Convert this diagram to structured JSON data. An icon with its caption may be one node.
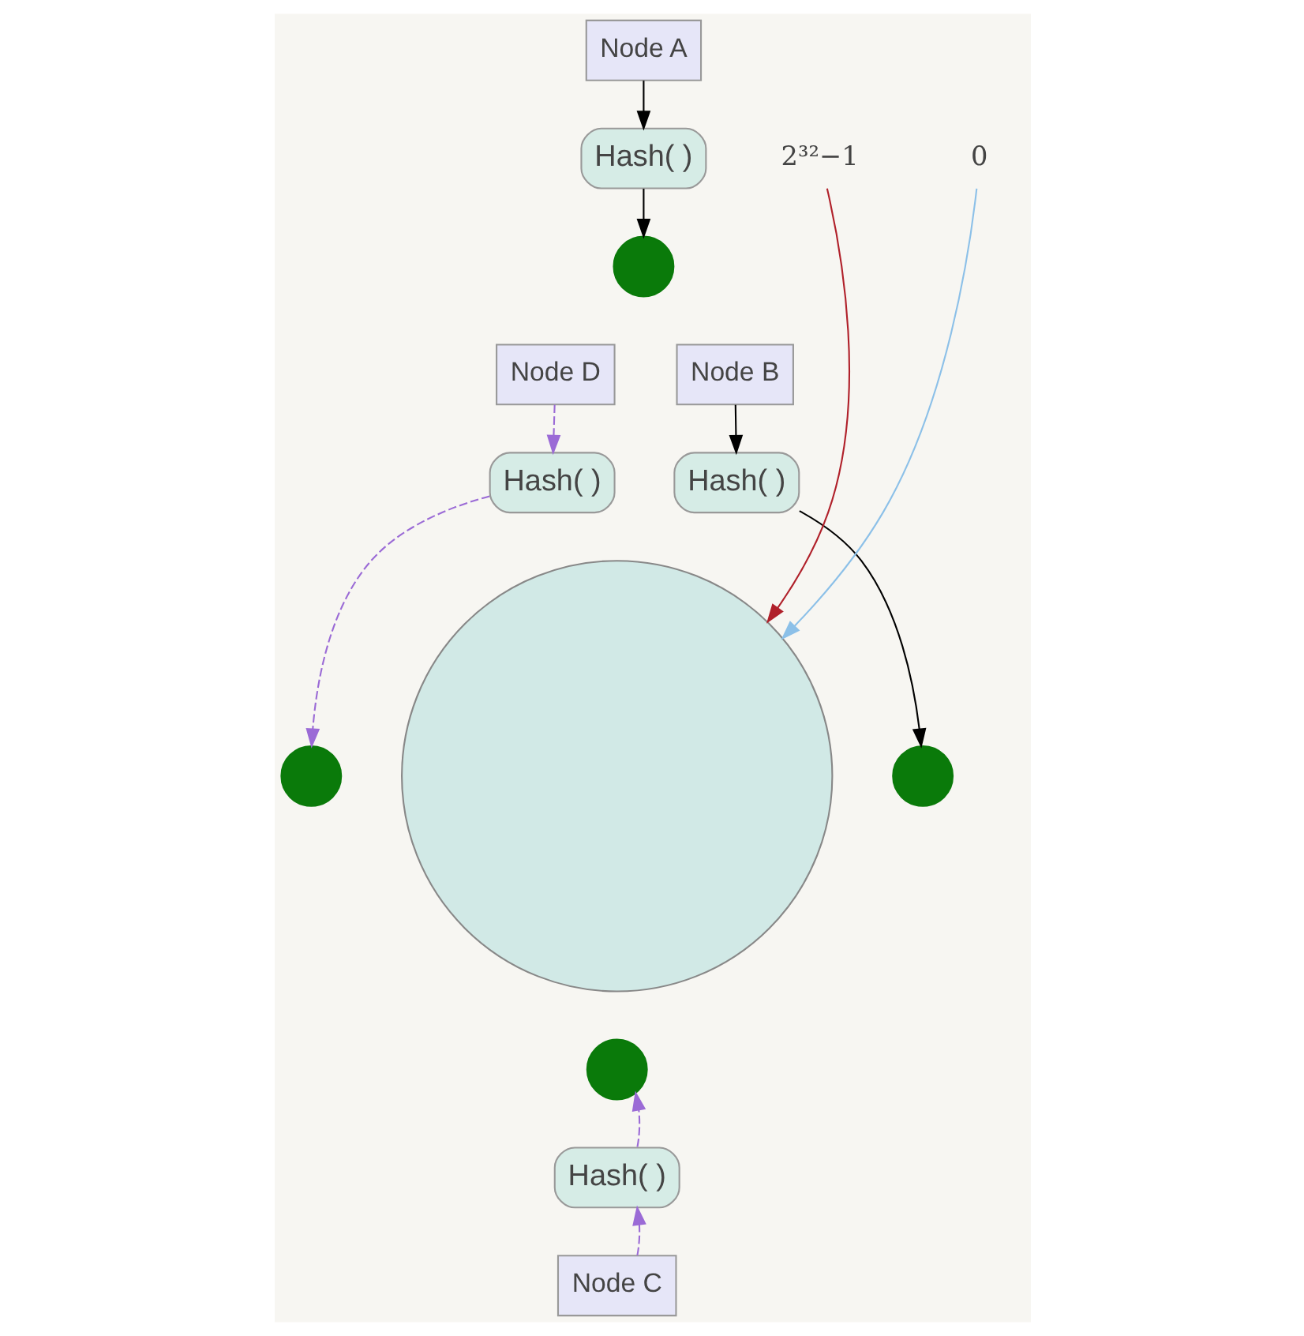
{
  "diagram": {
    "nodes": [
      {
        "text": [],
        "shape": "circle"
      },
      {
        "text": [
          "Node A"
        ]
      },
      {
        "text": [
          "Hash( )"
        ]
      },
      {
        "text": [],
        "shape": "circle"
      },
      {
        "text": [
          "Node B"
        ]
      },
      {
        "text": [
          "Hash( )"
        ]
      },
      {
        "text": [],
        "shape": "circle"
      },
      {
        "text": [
          "Node C"
        ]
      },
      {
        "text": [
          "Hash( )"
        ]
      },
      {
        "text": [],
        "shape": "circle"
      },
      {
        "text": [
          "Node D"
        ]
      },
      {
        "text": [
          "Hash( )"
        ]
      },
      {
        "text": [],
        "shape": "circle"
      },
      {
        "text": [
          "2³²−1"
        ]
      },
      {
        "text": [
          "0"
        ]
      }
    ],
    "edges": [
      {
        "from": 1,
        "to": 2,
        "arrow": "to"
      },
      {
        "from": 2,
        "to": 3,
        "arrow": "to"
      },
      {
        "from": 4,
        "to": 5,
        "arrow": "to"
      },
      {
        "from": 5,
        "to": 6,
        "arrow": "to"
      },
      {
        "from": 7,
        "to": 8,
        "arrow": "to",
        "style": "dashed",
        "color": "#9b6bd6"
      },
      {
        "from": 8,
        "to": 9,
        "arrow": "to",
        "style": "dashed",
        "color": "#9b6bd6"
      },
      {
        "from": 10,
        "to": 11,
        "arrow": "to",
        "style": "dashed",
        "color": "#9b6bd6"
      },
      {
        "from": 11,
        "to": 12,
        "arrow": "to",
        "style": "dashed",
        "color": "#9b6bd6"
      },
      {
        "from": 13,
        "to": 0,
        "arrow": "to",
        "color": "#b0202a"
      },
      {
        "from": 14,
        "to": 0,
        "arrow": "to",
        "color": "#8cc0e8"
      }
    ]
  }
}
